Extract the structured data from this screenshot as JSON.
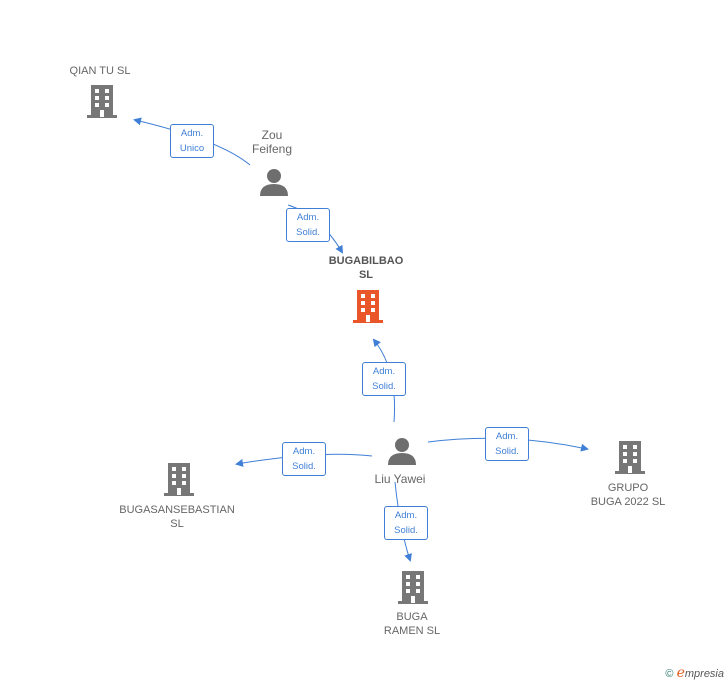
{
  "nodes": {
    "qian_tu": "QIAN TU  SL",
    "zou_feifeng": "Zou\nFeifeng",
    "bugabilbao": "BUGABILBAO\nSL",
    "liu_yawei": "Liu Yawei",
    "bugasansebastian": "BUGASANSEBASTIAN\nSL",
    "grupo_buga": "GRUPO\nBUGA 2022  SL",
    "buga_ramen": "BUGA\nRAMEN  SL"
  },
  "edges": {
    "zou_to_qian": [
      "Adm.",
      "Unico"
    ],
    "zou_to_bugabilbao": [
      "Adm.",
      "Solid."
    ],
    "liu_to_bugabilbao": [
      "Adm.",
      "Solid."
    ],
    "liu_to_bugasansebastian": [
      "Adm.",
      "Solid."
    ],
    "liu_to_grupo": [
      "Adm.",
      "Solid."
    ],
    "liu_to_ramen": [
      "Adm.",
      "Solid."
    ]
  },
  "colors": {
    "edge": "#3f7fd6",
    "company": "#777777",
    "main_company": "#e8562a",
    "person": "#6e6e6e"
  },
  "footer": {
    "copyright": "©",
    "brand_initial": "e",
    "brand_rest": "mpresia"
  }
}
